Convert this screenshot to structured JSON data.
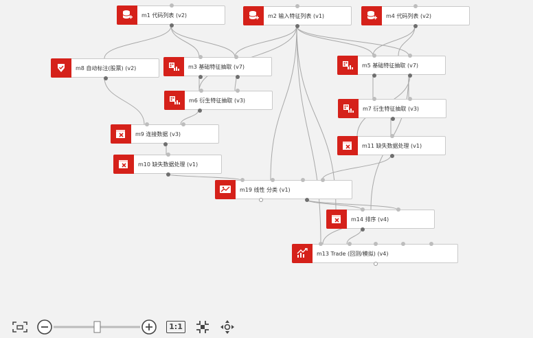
{
  "nodes": [
    {
      "id": "m1",
      "label": "m1 代码列表 (v2)",
      "icon": "database-add-icon"
    },
    {
      "id": "m2",
      "label": "m2 输入特征列表 (v1)",
      "icon": "database-add-icon"
    },
    {
      "id": "m4",
      "label": "m4 代码列表 (v2)",
      "icon": "database-add-icon"
    },
    {
      "id": "m8",
      "label": "m8 自动标注(股票) (v2)",
      "icon": "tag-icon"
    },
    {
      "id": "m3",
      "label": "m3 基础特征抽取 (v7)",
      "icon": "feature-extract-icon"
    },
    {
      "id": "m5",
      "label": "m5 基础特征抽取 (v7)",
      "icon": "feature-extract-icon"
    },
    {
      "id": "m6",
      "label": "m6 衍生特征抽取 (v3)",
      "icon": "feature-extract-icon"
    },
    {
      "id": "m7",
      "label": "m7 衍生特征抽取 (v3)",
      "icon": "feature-extract-icon"
    },
    {
      "id": "m9",
      "label": "m9 连接数据 (v3)",
      "icon": "data-process-icon"
    },
    {
      "id": "m11",
      "label": "m11 缺失数据处理 (v1)",
      "icon": "data-process-icon"
    },
    {
      "id": "m10",
      "label": "m10 缺失数据处理 (v1)",
      "icon": "data-process-icon"
    },
    {
      "id": "m19",
      "label": "m19 线性 分类 (v1)",
      "icon": "classifier-icon"
    },
    {
      "id": "m14",
      "label": "m14 排序 (v4)",
      "icon": "data-process-icon"
    },
    {
      "id": "m13",
      "label": "m13 Trade (回测/模拟) (v4)",
      "icon": "trade-chart-icon"
    }
  ],
  "colors": {
    "accent": "#d5211a",
    "edge": "#a8a8a8",
    "port_out": "#6f6f6f",
    "port_in": "#bdbdbd",
    "canvas": "#f2f2f2"
  },
  "toolbar": {
    "fit_label": "fit-screen-icon",
    "zoom_out": "zoom-out-icon",
    "zoom_in": "zoom-in-icon",
    "actual_size": "1:1",
    "fullscreen": "fullscreen-icon",
    "pan": "pan-icon",
    "zoom_level": 0.5
  }
}
